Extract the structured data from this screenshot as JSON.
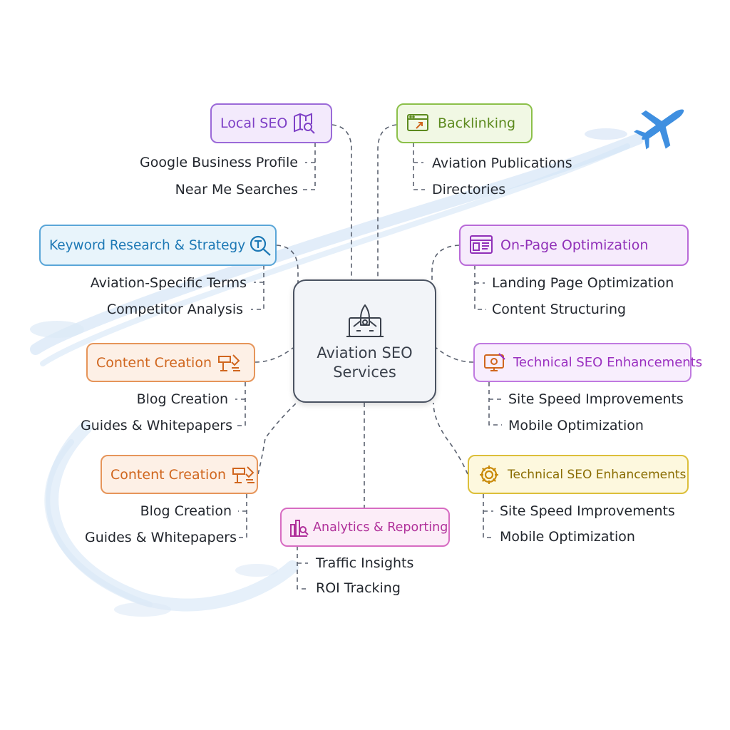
{
  "center": {
    "line1": "Aviation SEO",
    "line2": "Services",
    "icon": "airplane-hangar-icon"
  },
  "nodes": [
    {
      "id": "local-seo",
      "label": "Local SEO",
      "icon": "map-search-icon",
      "color": "#7d3fc6",
      "children": [
        "Google Business Profile",
        "Near Me Searches"
      ]
    },
    {
      "id": "backlinking",
      "label": "Backlinking",
      "icon": "browser-link-icon",
      "color": "#5c8a1e",
      "children": [
        "Aviation Publications",
        "Directories"
      ]
    },
    {
      "id": "keyword-research",
      "label": "Keyword Research & Strategy",
      "icon": "magnifier-icon",
      "color": "#1c78b5",
      "children": [
        "Aviation-Specific Terms",
        "Competitor Analysis"
      ]
    },
    {
      "id": "on-page",
      "label": "On-Page Optimization",
      "icon": "web-page-icon",
      "color": "#9030b8",
      "children": [
        "Landing Page Optimization",
        "Content Structuring"
      ]
    },
    {
      "id": "content-creation-1",
      "label": "Content Creation",
      "icon": "content-tools-icon",
      "color": "#d0661e",
      "children": [
        "Blog Creation",
        "Guides & Whitepapers"
      ]
    },
    {
      "id": "technical-seo-1",
      "label": "Technical SEO Enhancements",
      "icon": "monitor-settings-icon",
      "color": "#9a2fc0",
      "children": [
        "Site Speed Improvements",
        "Mobile Optimization"
      ]
    },
    {
      "id": "content-creation-2",
      "label": "Content Creation",
      "icon": "content-tools-icon",
      "color": "#d0661e",
      "children": [
        "Blog Creation",
        "Guides & Whitepapers"
      ]
    },
    {
      "id": "technical-seo-2",
      "label": "Technical SEO Enhancements",
      "icon": "gear-icon",
      "color": "#a88300",
      "children": [
        "Site Speed Improvements",
        "Mobile Optimization"
      ]
    },
    {
      "id": "analytics",
      "label": "Analytics & Reporting",
      "icon": "bar-chart-search-icon",
      "color": "#b0309a",
      "children": [
        "Traffic Insights",
        "ROI Tracking"
      ]
    }
  ],
  "decor": {
    "plane_icon": "airplane-icon",
    "plane_color": "#3f8fe0",
    "trail_color": "#cfe2f5"
  }
}
